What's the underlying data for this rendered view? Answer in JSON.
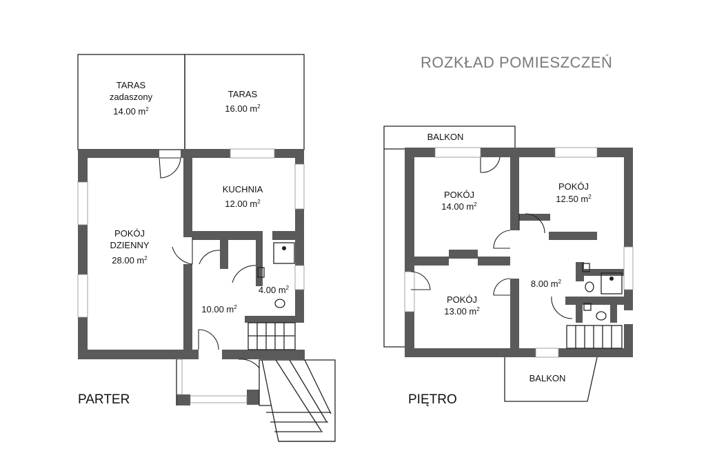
{
  "title": "ROZKŁAD POMIESZCZEŃ",
  "parter": {
    "label": "PARTER",
    "rooms": [
      {
        "id": "taras-zadaszony",
        "name": "TARAS",
        "sub": "zadaszony",
        "area": "14.00 m"
      },
      {
        "id": "taras",
        "name": "TARAS",
        "sub": "",
        "area": "16.00 m"
      },
      {
        "id": "kuchnia",
        "name": "KUCHNIA",
        "sub": "",
        "area": "12.00 m"
      },
      {
        "id": "pokoj-dzienny",
        "name": "POKÓJ",
        "sub": "DZIENNY",
        "area": "28.00 m"
      },
      {
        "id": "lazienka",
        "name": "",
        "sub": "",
        "area": "4.00 m"
      },
      {
        "id": "hol",
        "name": "",
        "sub": "",
        "area": "10.00 m"
      }
    ]
  },
  "pietro": {
    "label": "PIĘTRO",
    "balcony_top": "BALKON",
    "balcony_bottom": "BALKON",
    "rooms": [
      {
        "id": "pokoj-1",
        "name": "POKÓJ",
        "area": "14.00 m"
      },
      {
        "id": "pokoj-2",
        "name": "POKÓJ",
        "area": "12.50 m"
      },
      {
        "id": "pokoj-3",
        "name": "POKÓJ",
        "area": "13.00 m"
      },
      {
        "id": "korytarz",
        "name": "",
        "area": "8.00 m"
      }
    ]
  },
  "unit_superscript": "2"
}
